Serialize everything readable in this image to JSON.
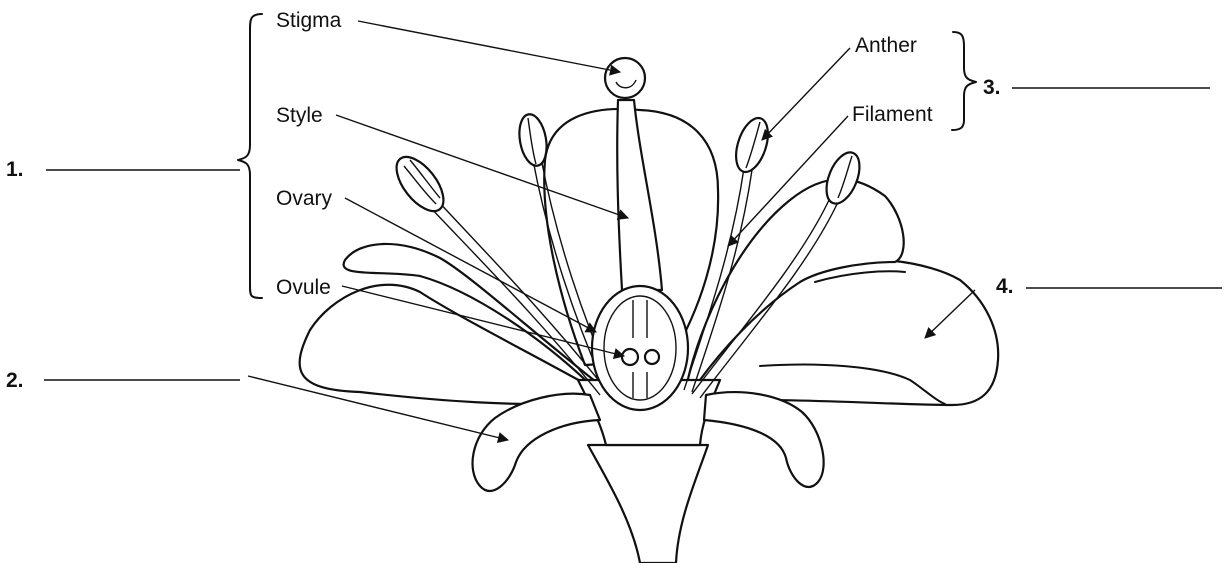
{
  "labels": {
    "stigma": "Stigma",
    "style": "Style",
    "ovary": "Ovary",
    "ovule": "Ovule",
    "anther": "Anther",
    "filament": "Filament"
  },
  "blanks": [
    {
      "number": "1.",
      "answer": ""
    },
    {
      "number": "2.",
      "answer": ""
    },
    {
      "number": "3.",
      "answer": ""
    },
    {
      "number": "4.",
      "answer": ""
    }
  ]
}
